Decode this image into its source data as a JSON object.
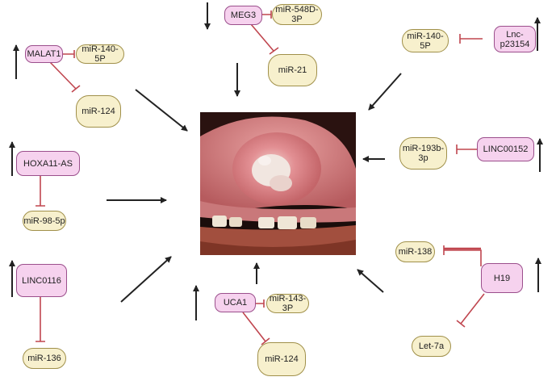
{
  "lncRNAs": {
    "meg3": "MEG3",
    "malat1": "MALAT1",
    "lnc_p23154": "Lnc-\np23154",
    "hoxa11_as": "HOXA11-AS",
    "linc00152": "LINC00152",
    "linc0116": "LINC0116",
    "uca1": "UCA1",
    "h19": "H19"
  },
  "miRNAs": {
    "mir548d": "miR-548D-3P",
    "mir21": "miR-21",
    "mir140_malat1": "miR-140-5P",
    "mir124_malat1": "miR-124",
    "mir140_lnc": "miR-140-5P",
    "mir193b": "miR-193b-3p",
    "mir98": "miR-98-5p",
    "mir136": "miR-136",
    "mir143": "miR-143-3P",
    "mir124_uca1": "miR-124",
    "mir138": "miR-138",
    "let7a": "Let-7a"
  },
  "colors": {
    "lnc_fill": "#f6d2ee",
    "lnc_border": "#9b4f8c",
    "mir_fill": "#f7f0cd",
    "mir_border": "#a0904a",
    "inhibit_line": "#c0464f",
    "arrow": "#222222"
  },
  "central_image": "oral-lesion-photo"
}
